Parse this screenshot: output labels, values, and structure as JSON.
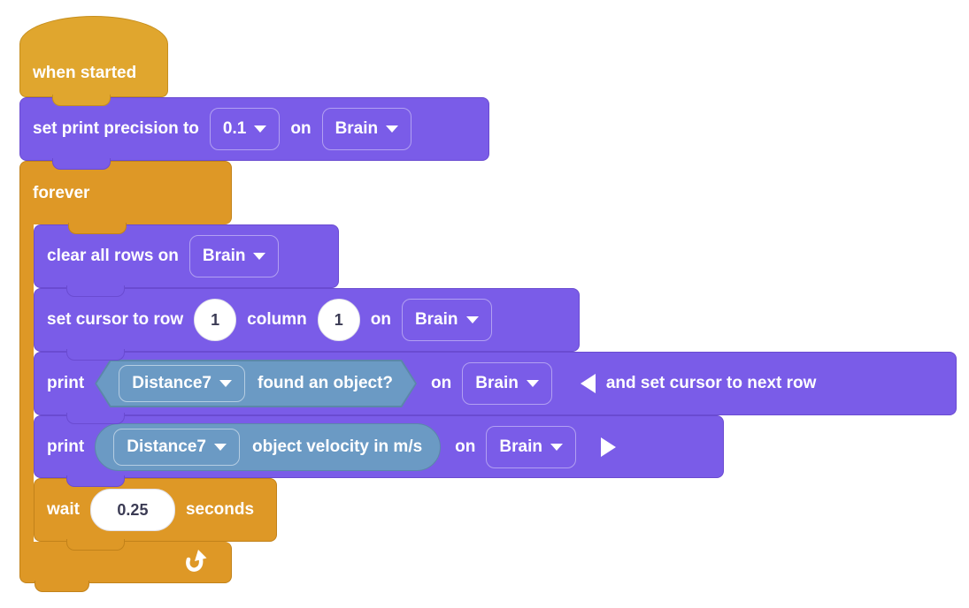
{
  "colors": {
    "block_purple": "#7A5CE8",
    "block_purple_border": "#6A4BD1",
    "hat_gold": "#E0A62E",
    "control_orange": "#DE9826",
    "sensor_blue": "#6B9AC4",
    "sensor_blue_border": "#5B87A9",
    "text_white": "#FFFFFF",
    "input_text_dark": "#3B3B54",
    "canvas_bg": "#FFFFFF"
  },
  "icons": {
    "dropdown_caret": "triangle-down",
    "collapse_toggle": "triangle-left",
    "expand_toggle": "triangle-right",
    "loop_arrow": "curved-arrow-up"
  },
  "blocks": {
    "when_started": {
      "label": "when started"
    },
    "set_print_precision": {
      "text_before": "set print precision to",
      "precision": "0.1",
      "on_label": "on",
      "device": "Brain"
    },
    "forever": {
      "label": "forever"
    },
    "clear_all_rows": {
      "text_before": "clear all rows on",
      "device": "Brain"
    },
    "set_cursor": {
      "text_row": "set cursor to row",
      "row": "1",
      "text_column": "column",
      "column": "1",
      "on_label": "on",
      "device": "Brain"
    },
    "print_condition": {
      "print_label": "print",
      "sensor": "Distance7",
      "condition": "found an object?",
      "on_label": "on",
      "device": "Brain",
      "collapsed_suffix": "and set cursor to next row"
    },
    "print_reporter": {
      "print_label": "print",
      "sensor": "Distance7",
      "reporter": "object velocity in m/s",
      "on_label": "on",
      "device": "Brain"
    },
    "wait": {
      "wait_label": "wait",
      "duration": "0.25",
      "seconds_label": "seconds"
    }
  }
}
